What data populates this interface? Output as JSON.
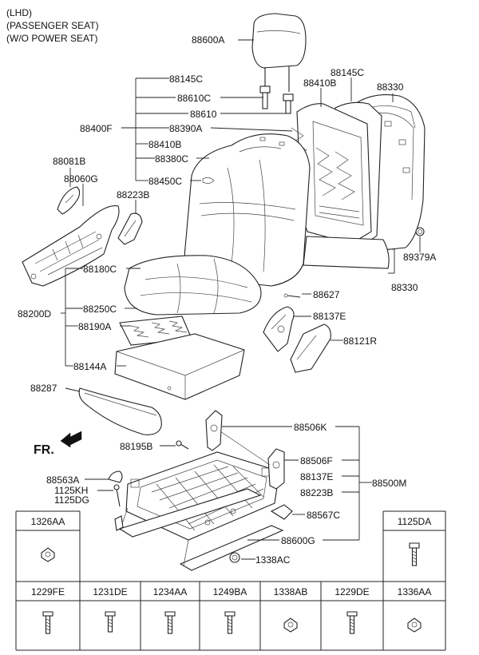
{
  "header": {
    "line1": "(LHD)",
    "line2": "(PASSENGER SEAT)",
    "line3": "(W/O POWER SEAT)"
  },
  "direction": {
    "label": "FR."
  },
  "callouts": {
    "headrest": "88600A",
    "frame_top_a": "88145C",
    "frame_top_b": "88410B",
    "back_cover": "88330",
    "group_a": "88145C",
    "guide_a": "88610C",
    "guide_b": "88610",
    "back_assy": "88400F",
    "spring": "88390A",
    "frame_b": "88410B",
    "back_cover_pad": "88380C",
    "clip": "88450C",
    "knob": "88081B",
    "side_cover": "88060G",
    "shield_small": "88223B",
    "cushion_cover": "88180C",
    "cushion_assy": "88200D",
    "cushion_pad": "88250C",
    "heater": "88190A",
    "pan": "88144A",
    "trim": "88287",
    "nut_right": "89379A",
    "back_board": "88330",
    "wire": "88627",
    "bracket": "88137E",
    "cover_right": "88121R",
    "rail_k": "88506K",
    "bolt_small": "88195B",
    "rail_f": "88506F",
    "bracket_2": "88137E",
    "shield_2": "88223B",
    "track_assy": "88500M",
    "cap": "88563A",
    "kh": "1125KH",
    "dg": "1125DG",
    "lever": "88567C",
    "handle": "88600G",
    "nut_bottom": "1338AC"
  },
  "fastener_table": {
    "top_left": "1326AA",
    "top_right": "1125DA",
    "row": [
      "1229FE",
      "1231DE",
      "1234AA",
      "1249BA",
      "1338AB",
      "1229DE",
      "1336AA"
    ]
  },
  "icons": {
    "arrow": "front-arrow-icon",
    "nut": "flange-nut-icon",
    "bolt": "bolt-icon"
  }
}
